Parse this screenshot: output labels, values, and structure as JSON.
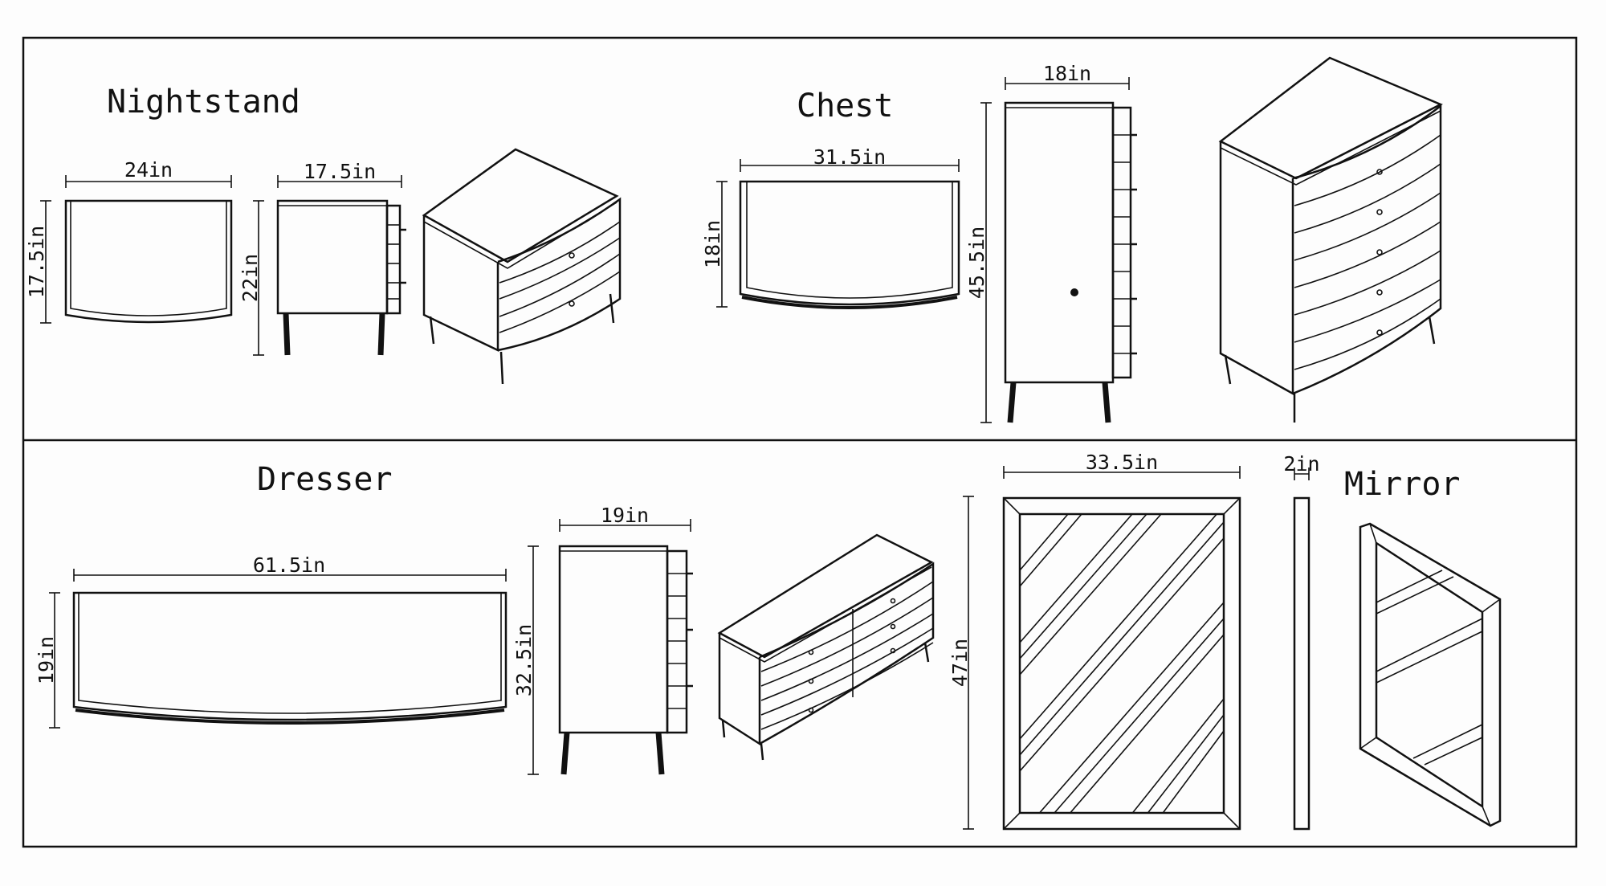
{
  "sections": {
    "nightstand": {
      "title": "Nightstand",
      "dims": {
        "width": "24in",
        "depth": "17.5in",
        "top_depth": "17.5in",
        "height": "22in"
      }
    },
    "chest": {
      "title": "Chest",
      "dims": {
        "width": "31.5in",
        "depth": "18in",
        "side_depth": "18in",
        "height": "45.5in"
      }
    },
    "dresser": {
      "title": "Dresser",
      "dims": {
        "width": "61.5in",
        "depth": "19in",
        "side_depth": "19in",
        "height": "32.5in"
      }
    },
    "mirror": {
      "title": "Mirror",
      "dims": {
        "width": "33.5in",
        "thickness": "2in",
        "height": "47in"
      }
    }
  }
}
